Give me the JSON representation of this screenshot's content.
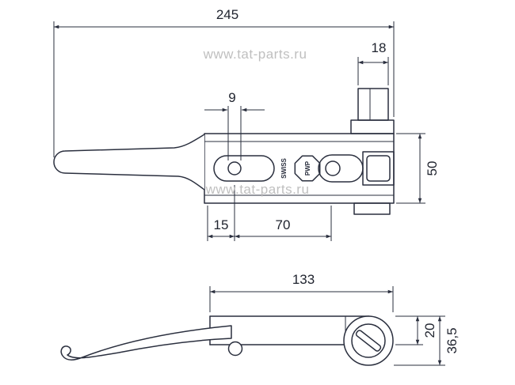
{
  "watermark": {
    "text": "www.tat-parts.ru"
  },
  "labels": {
    "brand": "PWP",
    "origin": "SWISS"
  },
  "top_view": {
    "overall_length": "245",
    "block_width": "18",
    "hole_diameter": "9",
    "height": "50",
    "hole_offset": "15",
    "pivot_span": "70"
  },
  "side_view": {
    "body_length": "133",
    "body_height": "20",
    "overall_height": "36,5"
  }
}
